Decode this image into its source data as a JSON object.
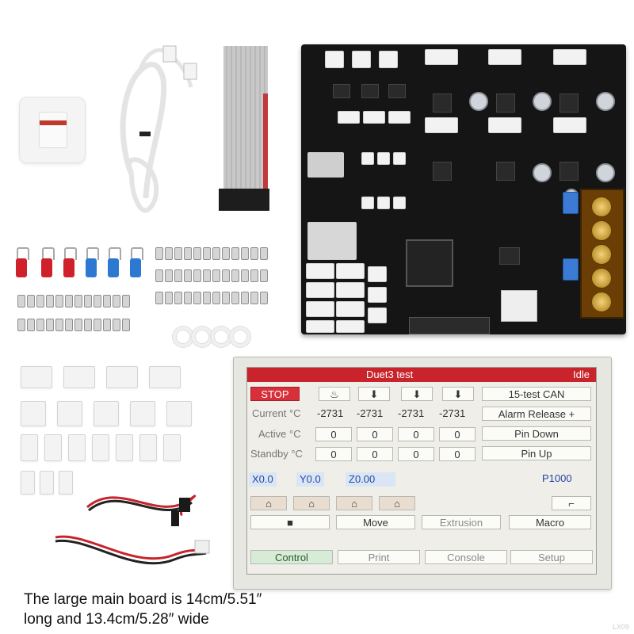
{
  "lcd": {
    "title": "Duet3 test",
    "status": "Idle",
    "stop_label": "STOP",
    "can_button": "15-test CAN",
    "alarm_button": "Alarm Release +",
    "pin_down_button": "Pin Down",
    "pin_up_button": "Pin Up",
    "row_labels": {
      "current": "Current °C",
      "active": "Active °C",
      "standby": "Standby °C"
    },
    "current_values": [
      "-2731",
      "-2731",
      "-2731",
      "-2731"
    ],
    "active_values": [
      "0",
      "0",
      "0",
      "0"
    ],
    "standby_values": [
      "0",
      "0",
      "0",
      "0"
    ],
    "x_pos": "X0.0",
    "y_pos": "Y0.0",
    "z_pos": "Z0.00",
    "probe": "P1000",
    "move_button": "Move",
    "extrusion_button": "Extrusion",
    "macro_button": "Macro",
    "tabs": [
      "Control",
      "Print",
      "Console",
      "Setup"
    ],
    "heat_icon": "heater-icon",
    "home_icon": "home-icon"
  },
  "caption": {
    "line1": "The large main board is 14cm/5.51″",
    "line2": "long and 13.4cm/5.28″  wide"
  },
  "watermark": "LX09",
  "colors": {
    "title_red": "#c9232b",
    "board": "#151515",
    "crimp_red": "#d0202a",
    "crimp_blue": "#2d79d2"
  }
}
